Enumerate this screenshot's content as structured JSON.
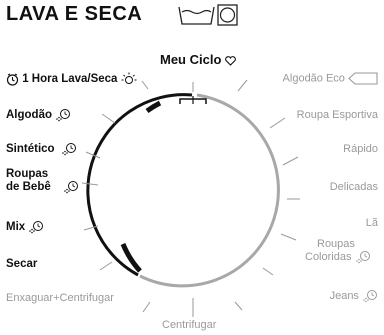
{
  "header": {
    "title": "LAVA E SECA",
    "icons": [
      "wash-tub-icon",
      "dryer-square-icon"
    ]
  },
  "top_program": {
    "label": "Meu Ciclo",
    "icon": "heart-icon"
  },
  "bottom_program": {
    "label": "Centrifugar"
  },
  "left_programs": [
    {
      "label": "1 Hora Lava/Seca",
      "lead_icon": "clock-icon",
      "trail_icon": "sun-dry-icon"
    },
    {
      "label": "Algodão",
      "trail_icon": "steam-clock-icon"
    },
    {
      "label": "Sintético",
      "trail_icon": "steam-clock-icon"
    },
    {
      "label_line1": "Roupas",
      "label_line2": "de Bebê",
      "trail_icon": "steam-clock-icon"
    },
    {
      "label": "Mix",
      "trail_icon": "steam-clock-icon"
    },
    {
      "label": "Secar"
    },
    {
      "label": "Enxaguar+Centrifugar"
    }
  ],
  "right_programs": [
    {
      "label": "Algodão Eco",
      "trail_icon": "eco-leaf-icon"
    },
    {
      "label": "Roupa Esportiva"
    },
    {
      "label": "Rápido"
    },
    {
      "label": "Delicadas"
    },
    {
      "label": "Lã"
    },
    {
      "label_line1": "Roupas",
      "label_line2": "Coloridas",
      "trail_icon": "steam-clock-icon"
    },
    {
      "label": "Jeans",
      "trail_icon": "steam-clock-icon"
    }
  ],
  "colors": {
    "active": "#111111",
    "inactive": "#a8a8a8",
    "inactive_text": "#9a9a9a"
  }
}
